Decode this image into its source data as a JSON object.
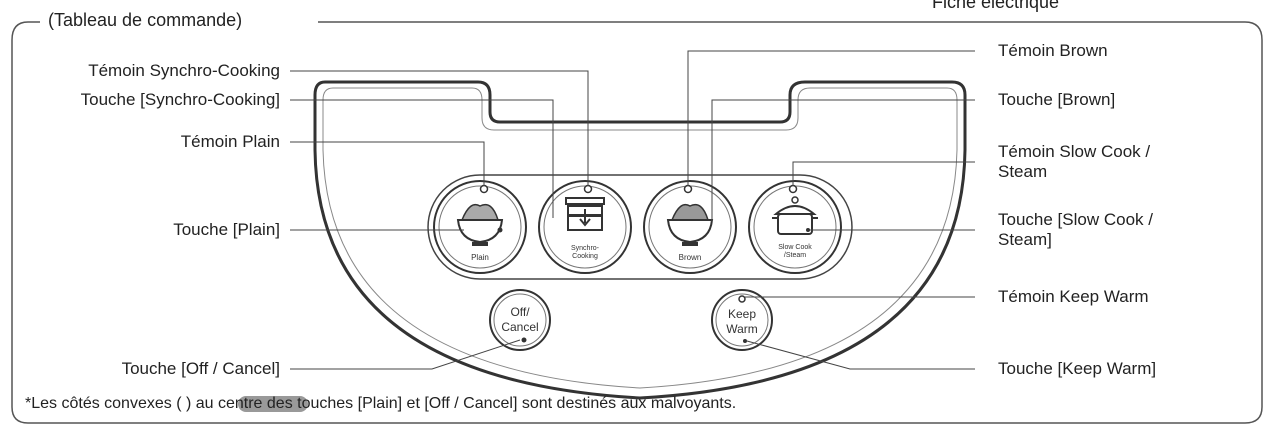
{
  "header": {
    "section_title": "(Tableau de commande)",
    "top_right_label": "Fiche électrique"
  },
  "labels_left": {
    "synchro_indicator": "Témoin Synchro-Cooking",
    "synchro_key": "Touche [Synchro-Cooking]",
    "plain_indicator": "Témoin Plain",
    "plain_key": "Touche [Plain]",
    "off_cancel_key": "Touche [Off / Cancel]"
  },
  "labels_right": {
    "brown_indicator": "Témoin Brown",
    "brown_key": "Touche [Brown]",
    "slowcook_indicator": "Témoin Slow Cook / Steam",
    "slowcook_key": "Touche [Slow Cook / Steam]",
    "keepwarm_indicator": "Témoin Keep Warm",
    "keepwarm_key": "Touche [Keep Warm]"
  },
  "buttons": {
    "plain": "Plain",
    "synchro_line1": "Synchro-",
    "synchro_line2": "Cooking",
    "brown": "Brown",
    "slowcook_line1": "Slow Cook",
    "slowcook_line2": "/Steam",
    "off_line1": "Off/",
    "off_line2": "Cancel",
    "keep_line1": "Keep",
    "keep_line2": "Warm"
  },
  "footnote": "*Les côtés convexes (  ) au centre des touches [Plain] et [Off / Cancel] sont destinés aux malvoyants."
}
